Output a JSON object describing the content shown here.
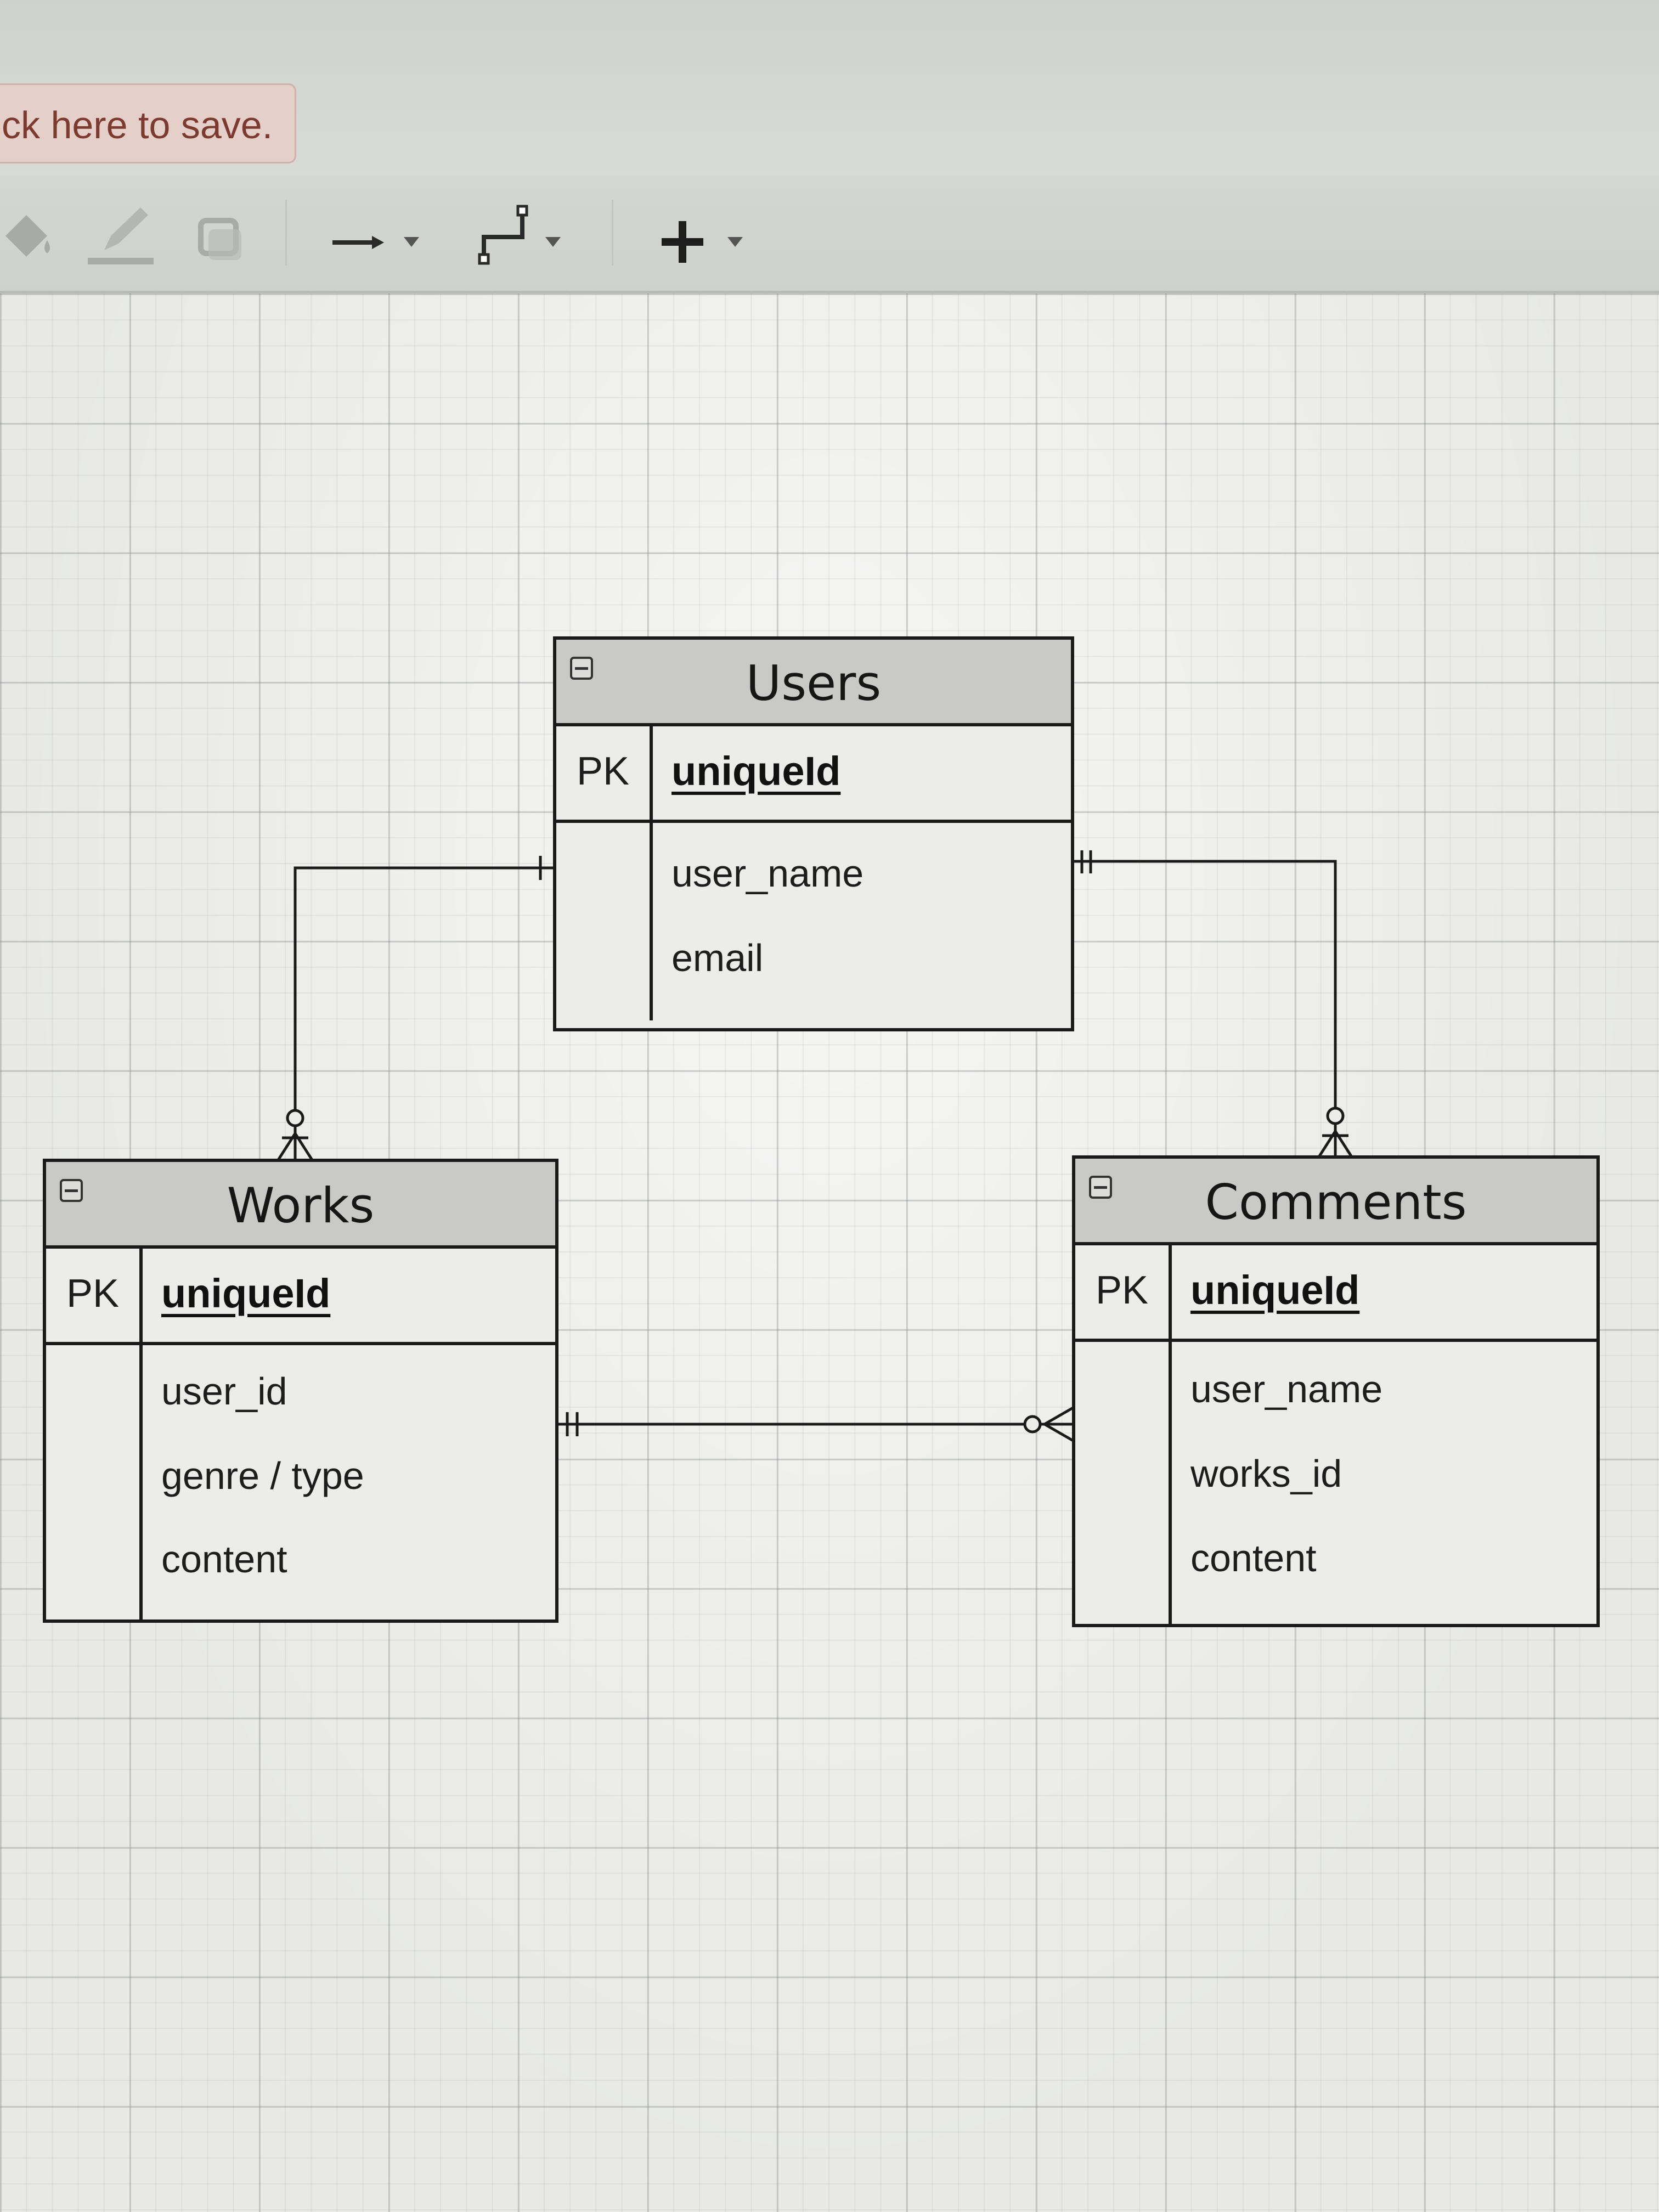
{
  "banner": {
    "save_text": "ck here to save."
  },
  "toolbar": {
    "buttons": [
      {
        "name": "fill-color-icon"
      },
      {
        "name": "line-color-icon"
      },
      {
        "name": "shadow-icon"
      },
      {
        "name": "connection-arrow-icon"
      },
      {
        "name": "waypoint-icon"
      },
      {
        "name": "insert-plus-icon"
      }
    ]
  },
  "entities": {
    "users": {
      "title": "Users",
      "pk_label": "PK",
      "pk_field": "uniqueId",
      "fields": [
        "user_name",
        "email"
      ]
    },
    "works": {
      "title": "Works",
      "pk_label": "PK",
      "pk_field": "uniqueId",
      "fields": [
        "user_id",
        "genre / type",
        "content"
      ]
    },
    "comments": {
      "title": "Comments",
      "pk_label": "PK",
      "pk_field": "uniqueId",
      "fields": [
        "user_name",
        "works_id",
        "content"
      ]
    }
  },
  "relationships": [
    {
      "from": "Users",
      "to": "Works",
      "from_end": "one",
      "to_end": "zero-or-many"
    },
    {
      "from": "Users",
      "to": "Comments",
      "from_end": "one-and-only-one",
      "to_end": "zero-or-many"
    },
    {
      "from": "Works",
      "to": "Comments",
      "from_end": "one-and-only-one",
      "to_end": "zero-or-many"
    }
  ],
  "colors": {
    "line": "#1a1a1a",
    "header_fill": "#c9cac7",
    "table_fill": "#ecedea",
    "banner_text": "#7c3a30"
  }
}
